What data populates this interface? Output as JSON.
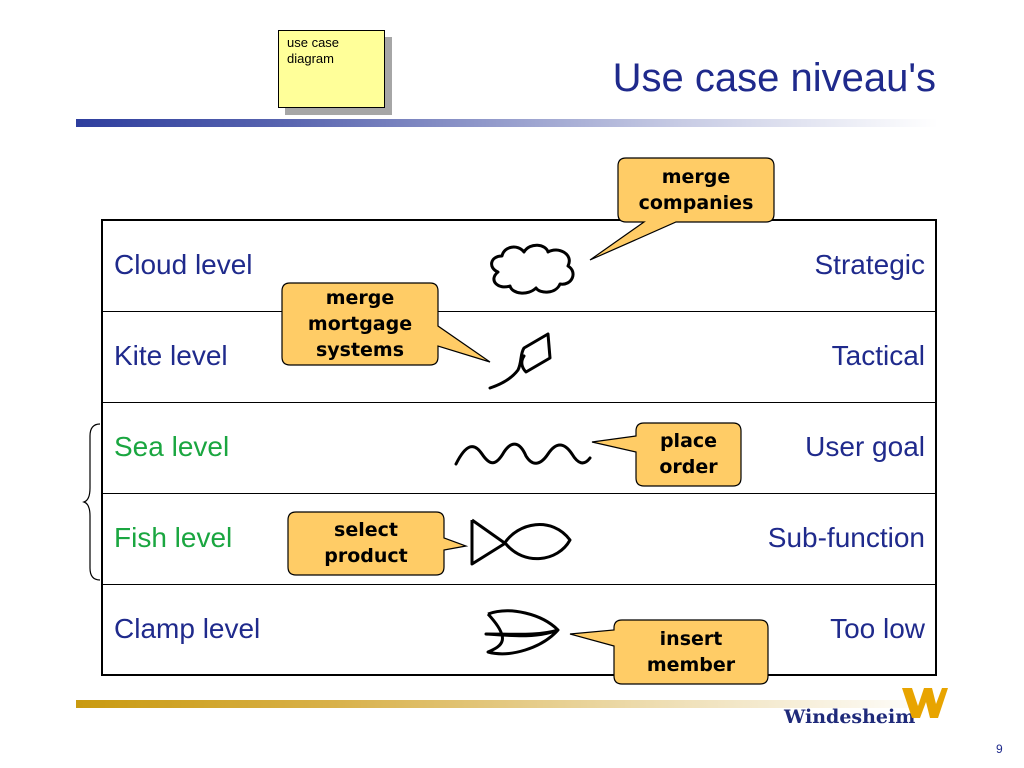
{
  "sticky_note": {
    "text": "use case\ndiagram"
  },
  "slide": {
    "title": "Use case niveau's",
    "page_number": "9"
  },
  "levels": [
    {
      "name": "Cloud level",
      "goal": "Strategic",
      "icon": "cloud-icon"
    },
    {
      "name": "Kite level",
      "goal": "Tactical",
      "icon": "kite-icon"
    },
    {
      "name": "Sea level",
      "goal": "User goal",
      "icon": "wave-icon"
    },
    {
      "name": "Fish level",
      "goal": "Sub-function",
      "icon": "fish-icon"
    },
    {
      "name": "Clamp level",
      "goal": "Too low",
      "icon": "clamp-icon"
    }
  ],
  "callouts": {
    "cloud": {
      "line1": "merge",
      "line2": "companies"
    },
    "kite": {
      "line1": "merge",
      "line2": "mortgage",
      "line3": "systems"
    },
    "sea": {
      "line1": "place",
      "line2": "order"
    },
    "fish": {
      "line1": "select",
      "line2": "product"
    },
    "clamp": {
      "line1": "insert",
      "line2": "member"
    }
  },
  "logo": {
    "text": "Windesheim"
  },
  "colors": {
    "title_blue": "#1f2a8c",
    "sea_green": "#1aa640",
    "callout_fill": "#ffcc66",
    "sticky_yellow": "#ffff99"
  }
}
